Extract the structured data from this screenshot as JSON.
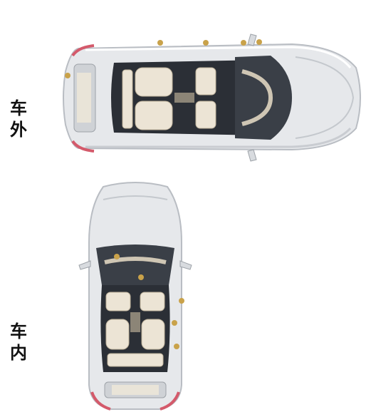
{
  "labels": {
    "exterior": [
      "车",
      "外"
    ],
    "interior": [
      "车",
      "内"
    ]
  },
  "colors": {
    "marker": "#c9a24a",
    "body": "#e4e6e9",
    "glass": "#2b2f36",
    "seat": "#e8dfcf",
    "taillight": "#d45a6b"
  },
  "icons": {
    "exterior_view": "car-top-view-horizontal",
    "interior_view": "car-top-view-vertical"
  }
}
